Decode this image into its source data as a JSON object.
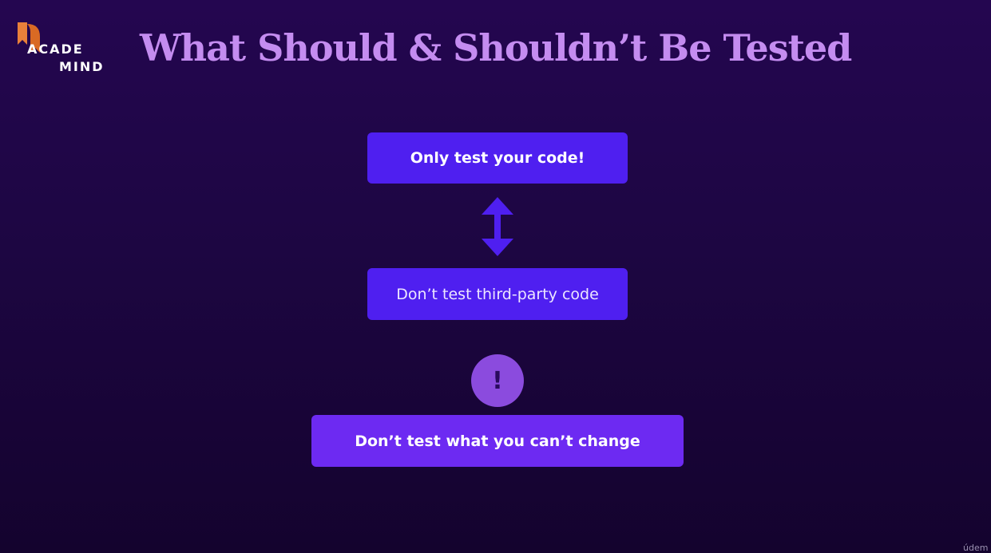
{
  "logo": {
    "line1": "ACADE",
    "line2": "MIND",
    "ribbon_color": "#e8803a"
  },
  "slide": {
    "title": "What Should & Shouldn’t Be Tested"
  },
  "diagram": {
    "box_top": "Only test your code!",
    "box_middle": "Don’t test third-party code",
    "box_bottom": "Don’t test what you can’t change",
    "connector_icon": "double-headed-vertical-arrow",
    "alert_icon": "exclamation-icon",
    "alert_symbol": "!",
    "accent_color": "#4f1ff0",
    "bottom_color": "#6d2af2",
    "title_color": "#c48cf0"
  },
  "watermark": {
    "text": "údem"
  }
}
